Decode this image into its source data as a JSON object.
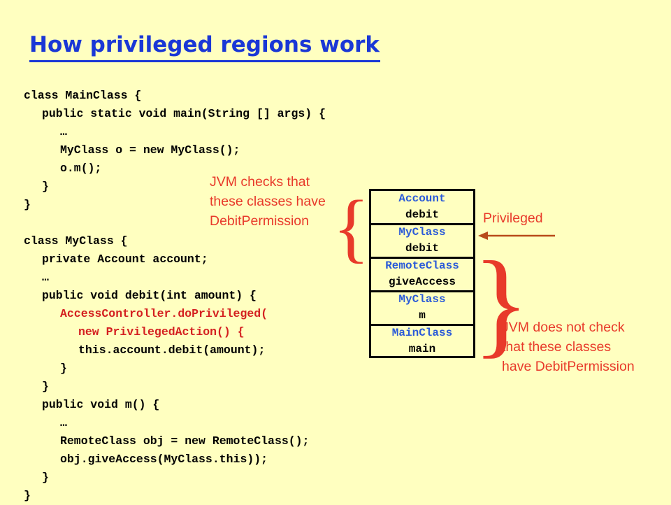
{
  "title": "How privileged regions work",
  "code_lines": [
    {
      "text": "class MainClass {",
      "indent": 0,
      "highlight": false
    },
    {
      "text": "public static void main(String [] args) {",
      "indent": 1,
      "highlight": false
    },
    {
      "text": "…",
      "indent": 2,
      "highlight": false
    },
    {
      "text": "MyClass o = new MyClass();",
      "indent": 2,
      "highlight": false
    },
    {
      "text": "o.m();",
      "indent": 2,
      "highlight": false
    },
    {
      "text": "}",
      "indent": 1,
      "highlight": false
    },
    {
      "text": "}",
      "indent": 0,
      "highlight": false
    },
    {
      "text": "",
      "indent": 0,
      "highlight": false
    },
    {
      "text": "class MyClass {",
      "indent": 0,
      "highlight": false
    },
    {
      "text": "private Account account;",
      "indent": 1,
      "highlight": false
    },
    {
      "text": "…",
      "indent": 1,
      "highlight": false
    },
    {
      "text": "public void debit(int amount) {",
      "indent": 1,
      "highlight": false
    },
    {
      "text": "AccessController.doPrivileged(",
      "indent": 2,
      "highlight": true
    },
    {
      "text": "new PrivilegedAction() {",
      "indent": 3,
      "highlight": true
    },
    {
      "text": "this.account.debit(amount);",
      "indent": 3,
      "highlight": false
    },
    {
      "text": "}",
      "indent": 2,
      "highlight": false
    },
    {
      "text": "}",
      "indent": 1,
      "highlight": false
    },
    {
      "text": "public void m() {",
      "indent": 1,
      "highlight": false
    },
    {
      "text": "…",
      "indent": 2,
      "highlight": false
    },
    {
      "text": "RemoteClass obj = new RemoteClass();",
      "indent": 2,
      "highlight": false
    },
    {
      "text": "obj.giveAccess(MyClass.this));",
      "indent": 2,
      "highlight": false
    },
    {
      "text": "}",
      "indent": 1,
      "highlight": false
    },
    {
      "text": "}",
      "indent": 0,
      "highlight": false
    }
  ],
  "stack_frames": [
    {
      "class_name": "Account",
      "method": "debit"
    },
    {
      "class_name": "MyClass",
      "method": "debit"
    },
    {
      "class_name": "RemoteClass",
      "method": "giveAccess"
    },
    {
      "class_name": "MyClass",
      "method": "m"
    },
    {
      "class_name": "MainClass",
      "method": "main"
    }
  ],
  "annotations": {
    "checks_lines": [
      "JVM checks that",
      "these classes have",
      "DebitPermission"
    ],
    "privileged_label": "Privileged",
    "no_check_lines": [
      "JVM does not check",
      "that these classes",
      "have DebitPermission"
    ]
  },
  "colors": {
    "background": "#ffffc0",
    "title": "#1a37d6",
    "annotation": "#e83a2a",
    "highlight_code": "#d42020",
    "class_name": "#2a5ad8",
    "arrow": "#b84a1a"
  }
}
